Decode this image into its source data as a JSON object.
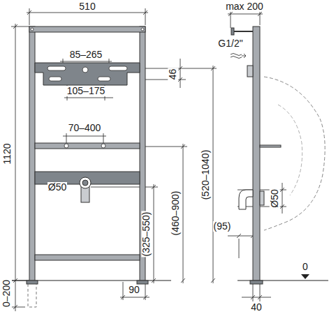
{
  "diagram": {
    "labels": [
      "510",
      "85–265",
      "105–175",
      "46",
      "70–400",
      "1120",
      "(520–1040)",
      "(460–900)",
      "(325–550)",
      "Ø50",
      "90",
      "0–200",
      "max 200",
      "G1/2\"",
      "Ø50",
      "(95)",
      "40",
      "0"
    ]
  }
}
